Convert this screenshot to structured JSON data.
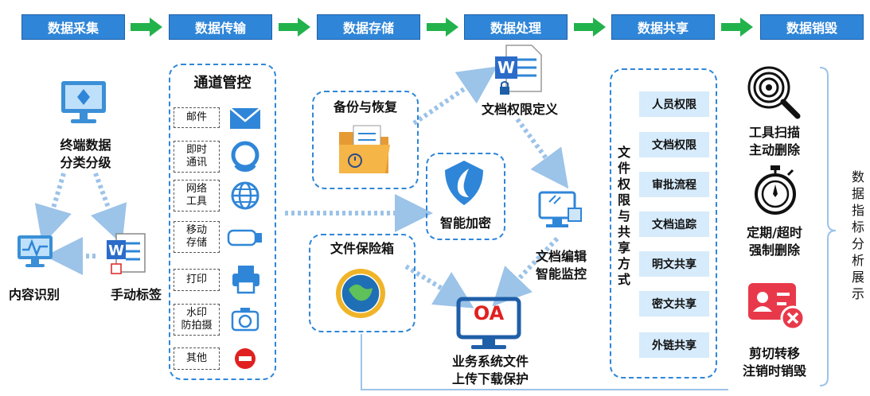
{
  "stages": [
    "数据采集",
    "数据传输",
    "数据存储",
    "数据处理",
    "数据共享",
    "数据销毁"
  ],
  "collection": {
    "terminal": "终端数据\n分类分级",
    "content_recognition": "内容识别",
    "manual_label": "手动标签"
  },
  "channel": {
    "title": "通道管控",
    "items": [
      "邮件",
      "即时\n通讯",
      "网络\n工具",
      "移动\n存储",
      "打印",
      "水印\n防拍摄",
      "其他"
    ]
  },
  "storage": {
    "backup": "备份与恢复",
    "vault": "文件保险箱",
    "encrypt": "智能加密"
  },
  "processing": {
    "doc_permission": "文档权限定义",
    "doc_monitor": "文档编辑\n智能监控",
    "business": "业务系统文件\n上传下载保护",
    "oa": "OA"
  },
  "sharing": {
    "vertical_title": "文件权限与共享方式",
    "items": [
      "人员权限",
      "文档权限",
      "审批流程",
      "文档追踪",
      "明文共享",
      "密文共享",
      "外链共享"
    ]
  },
  "destroy": {
    "scan": "工具扫描\n主动删除",
    "timed": "定期/超时\n强制删除",
    "cut": "剪切转移\n注销时销毁",
    "side_label": "数据指标分析展示"
  },
  "colors": {
    "primary": "#2f86d8",
    "arrow": "#22b24c",
    "light": "#d6ebfb"
  }
}
